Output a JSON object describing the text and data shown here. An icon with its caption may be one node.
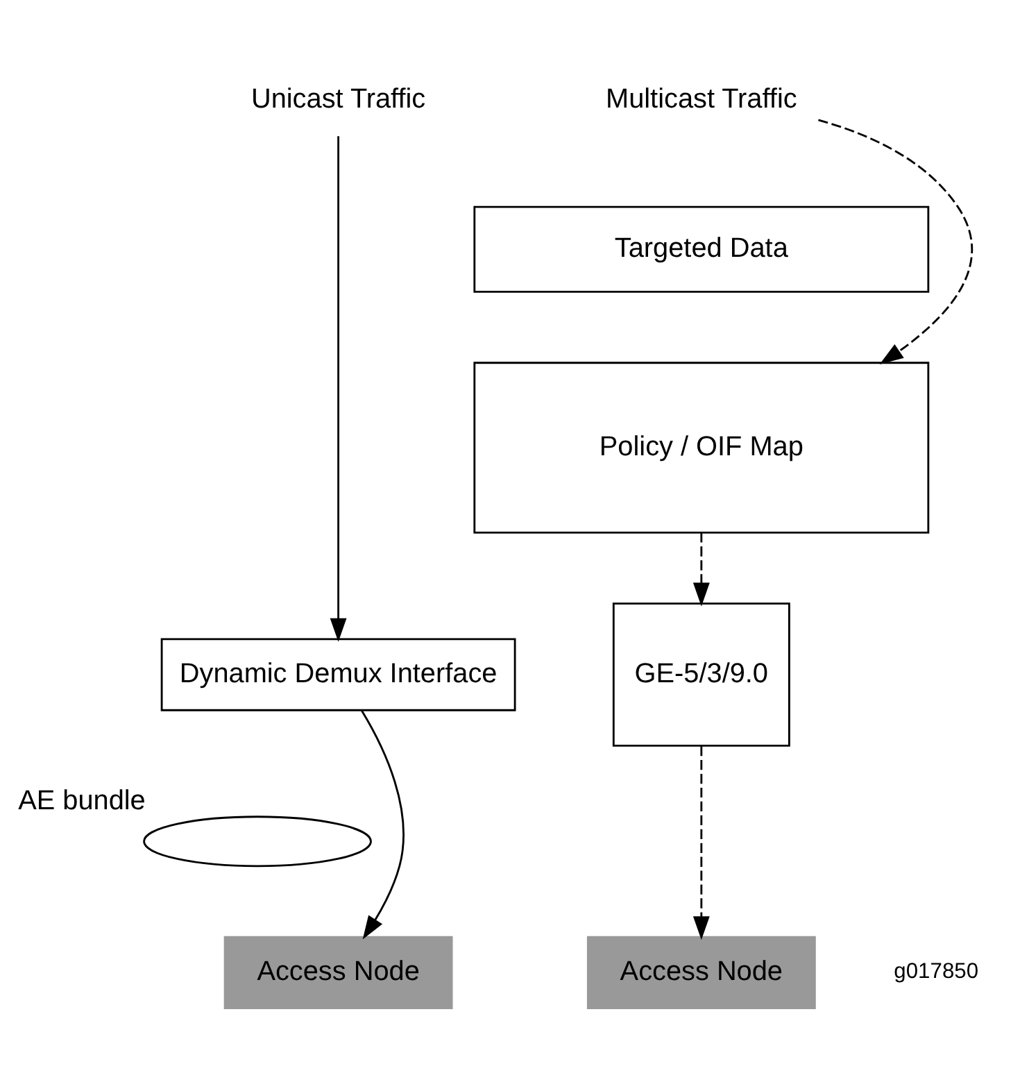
{
  "diagram": {
    "nodes": [
      {
        "text": [
          "Unicast Traffic"
        ]
      },
      {
        "text": [
          "Multicast Traffic"
        ]
      },
      {
        "text": [
          "Targeted Data"
        ]
      },
      {
        "text": [
          "Policy / OIF Map"
        ]
      },
      {
        "text": [
          "Dynamic Demux Interface"
        ]
      },
      {
        "text": [
          "GE-5/3/9.0"
        ]
      },
      {
        "text": [],
        "shape": "ellipse",
        "beside": [
          "AE bundle"
        ]
      },
      {
        "text": [
          "Access Node"
        ]
      },
      {
        "text": [
          "Access Node"
        ]
      }
    ],
    "edges": [
      {
        "from": 0,
        "to": 4,
        "arrow": "to"
      },
      {
        "from": 1,
        "to": 3,
        "arrow": "to",
        "style": "dashed"
      },
      {
        "from": 3,
        "to": 5,
        "arrow": "to",
        "style": "dashed"
      },
      {
        "from": 4,
        "to": 7,
        "arrow": "to"
      },
      {
        "from": 5,
        "to": 8,
        "arrow": "to",
        "style": "dashed"
      }
    ],
    "labels": [
      "g017850"
    ]
  }
}
